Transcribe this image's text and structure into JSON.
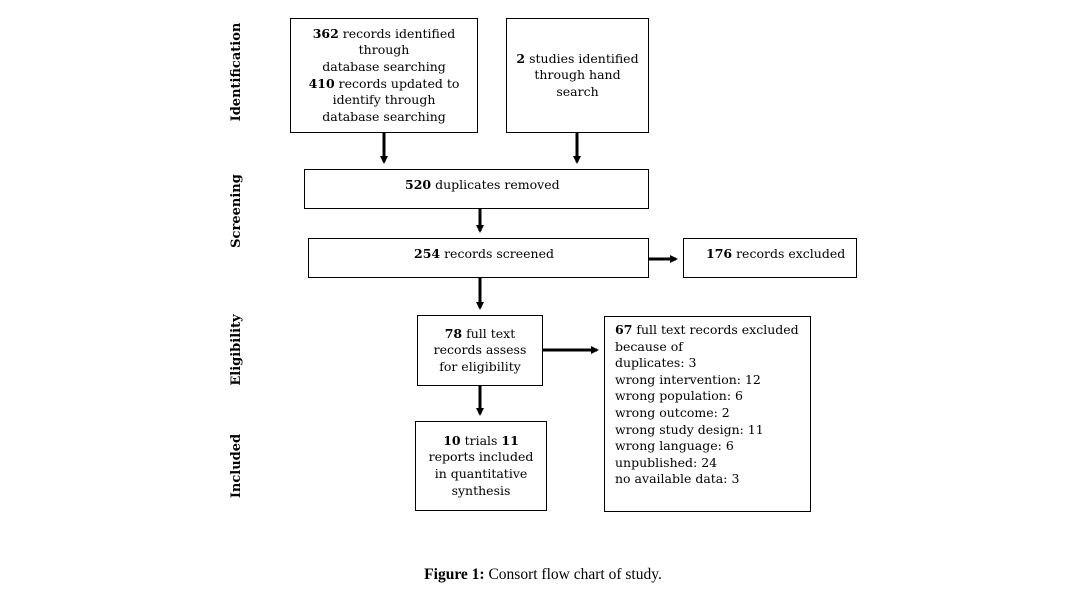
{
  "stages": {
    "identification": "Identification",
    "screening": "Screening",
    "eligibility": "Eligibility",
    "included": "Included"
  },
  "boxes": {
    "database": {
      "count1": "362",
      "text1a": " records identified",
      "text1b": "through",
      "text1c": "database searching",
      "count2": "410",
      "text2a": " records updated to",
      "text2b": "identify through",
      "text2c": "database searching"
    },
    "hand_search": {
      "count": "2",
      "text_a": " studies identified",
      "text_b": "through  hand",
      "text_c": "search"
    },
    "duplicates": {
      "count": "520",
      "text": " duplicates removed"
    },
    "screened": {
      "count": "254",
      "text": " records screened"
    },
    "excluded": {
      "count": "176",
      "text": " records excluded"
    },
    "full_text": {
      "count": "78",
      "text_a": " full text",
      "text_b": "records assess",
      "text_c": "for eligibility"
    },
    "full_text_excluded": {
      "count": "67",
      "text_a": " full text records excluded",
      "text_b": "because of",
      "reasons": [
        "duplicates: 3",
        "wrong intervention: 12",
        "wrong population: 6",
        "wrong outcome: 2",
        "wrong study design: 11",
        "wrong language: 6",
        "unpublished: 24",
        "no available data: 3"
      ]
    },
    "included": {
      "count_trials": "10",
      "text_a": " trials ",
      "count_reports": "11",
      "text_b": "reports included",
      "text_c": "in quantitative",
      "text_d": "synthesis"
    }
  },
  "caption": {
    "label": "Figure 1:",
    "text": " Consort flow chart of study."
  }
}
